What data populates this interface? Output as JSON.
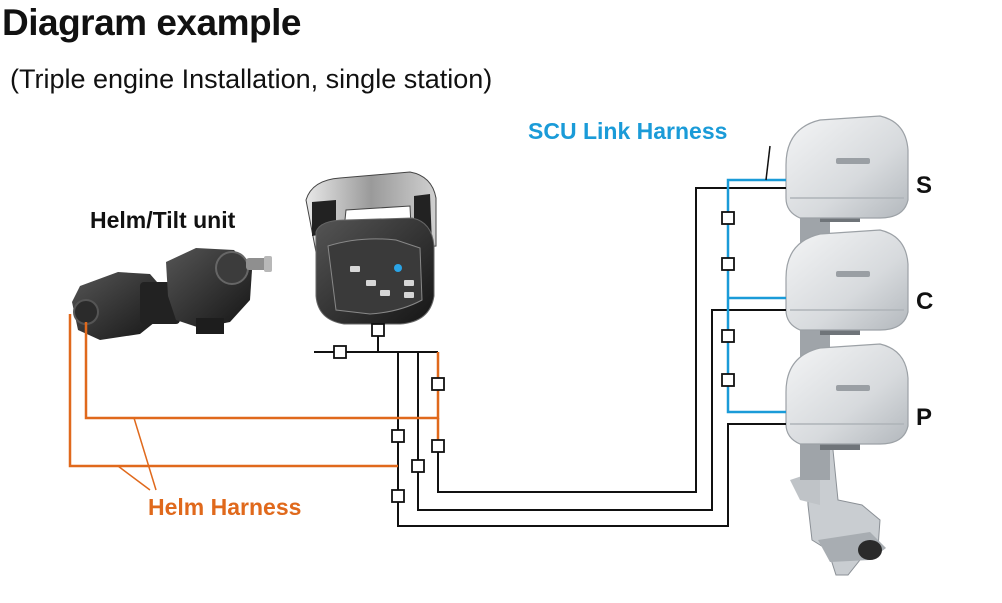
{
  "title": "Diagram example",
  "subtitle": "(Triple engine Installation, single station)",
  "labels": {
    "helm_tilt_unit": "Helm/Tilt unit",
    "scu_link_harness": "SCU Link Harness",
    "helm_harness": "Helm Harness"
  },
  "engines": [
    {
      "position": "S"
    },
    {
      "position": "C"
    },
    {
      "position": "P"
    }
  ],
  "colors": {
    "scu_link": "#1a9bd8",
    "helm_harness": "#e0691c",
    "signal": "#111111"
  }
}
